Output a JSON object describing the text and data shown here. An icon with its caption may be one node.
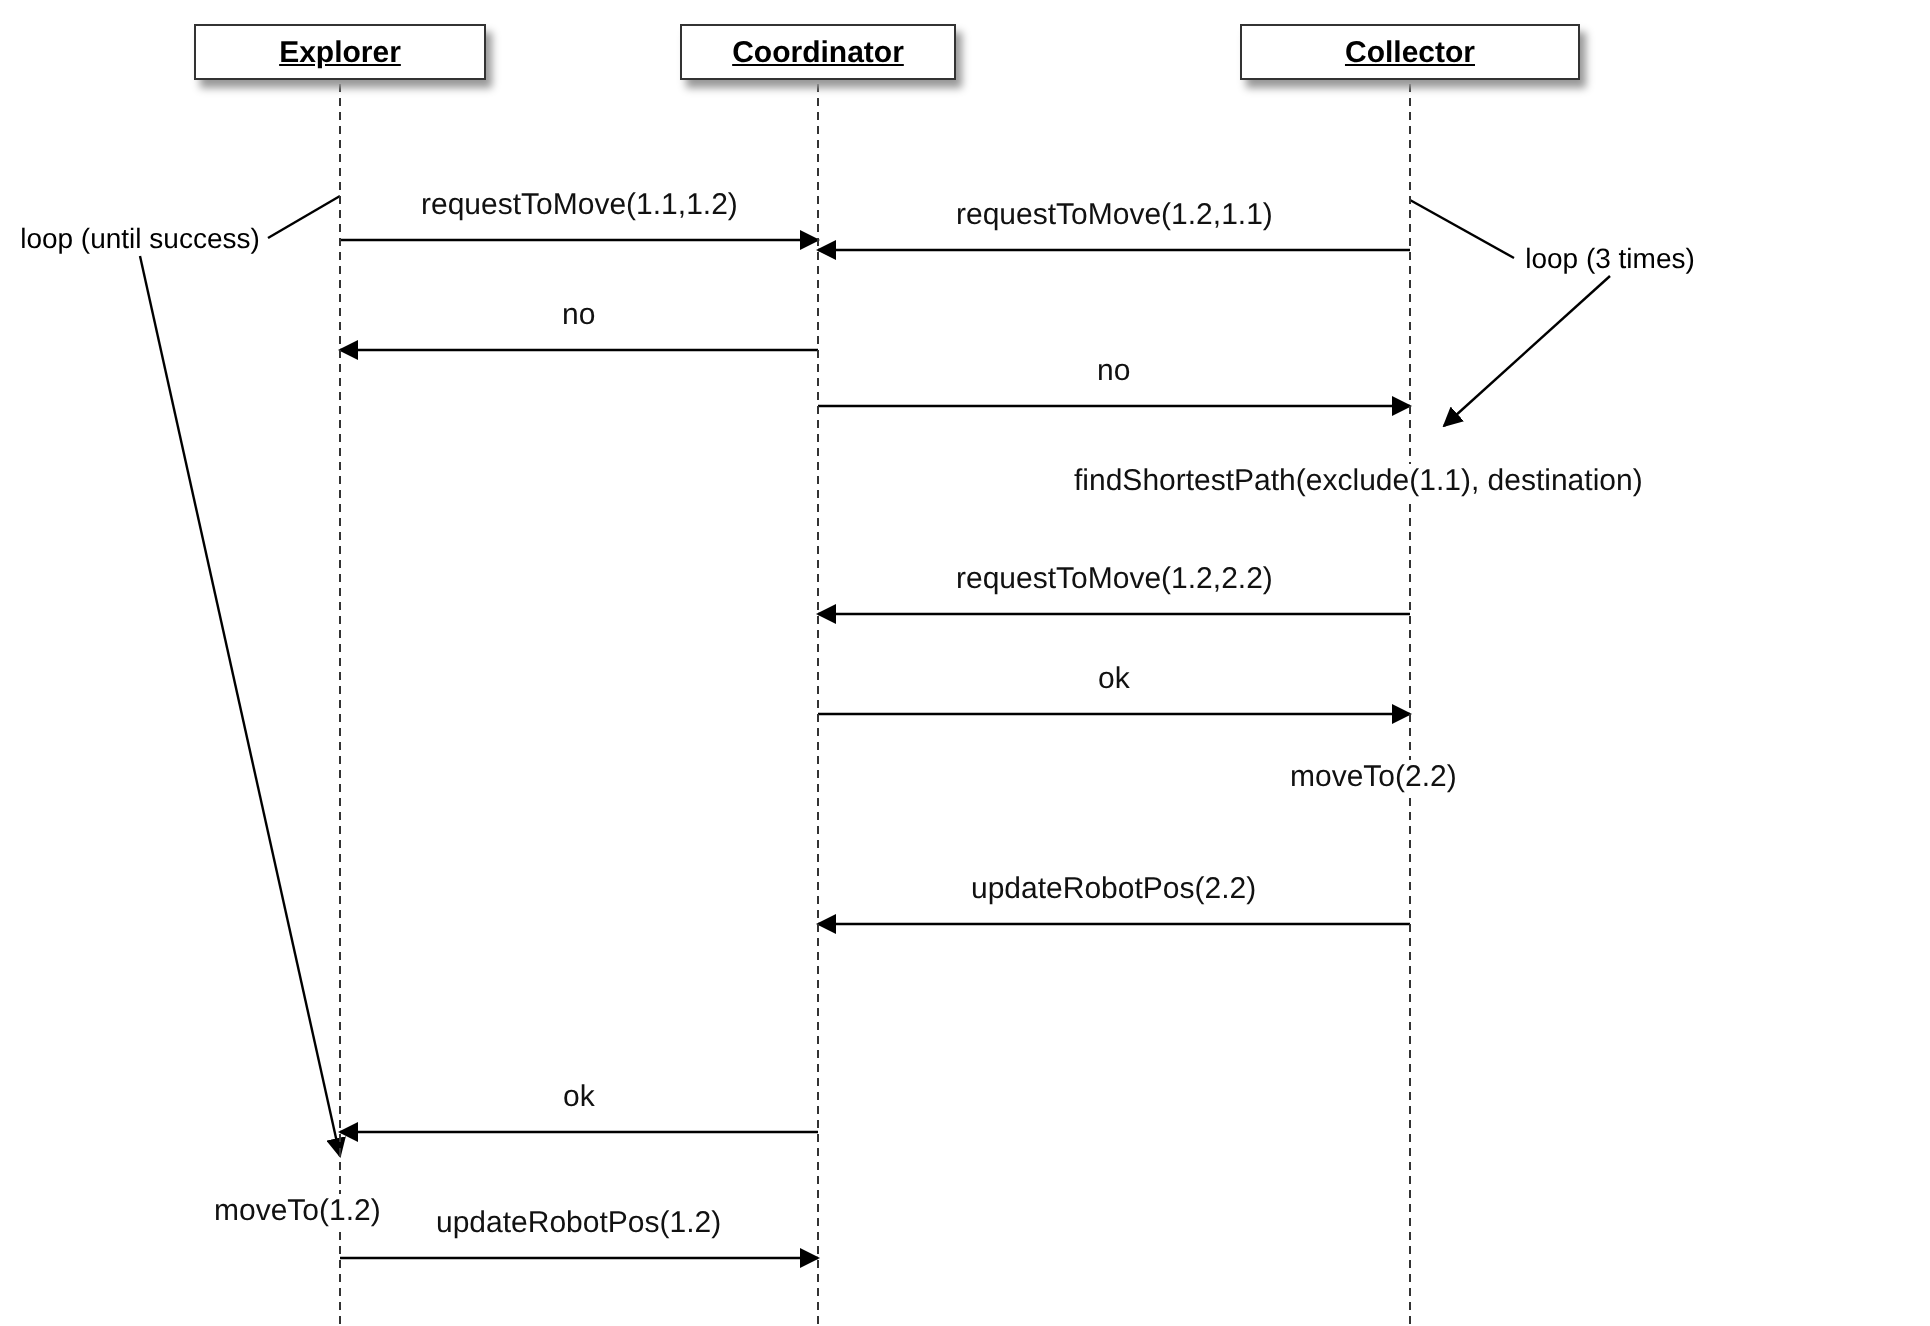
{
  "diagram": {
    "nodes": [
      {
        "text": [
          "Explorer"
        ]
      },
      {
        "text": [
          "Coordinator"
        ]
      },
      {
        "text": [
          "Collector"
        ]
      },
      {
        "text": [
          "loop (until success)"
        ]
      },
      {
        "text": [
          "loop (3 times)"
        ]
      }
    ],
    "edges": [
      {
        "from": 0,
        "to": 1,
        "arrow": "to",
        "label": "requestToMove(1.1,1.2)"
      },
      {
        "from": 2,
        "to": 1,
        "arrow": "to",
        "label": "requestToMove(1.2,1.1)"
      },
      {
        "from": 1,
        "to": 0,
        "arrow": "to",
        "label": "no"
      },
      {
        "from": 1,
        "to": 2,
        "arrow": "to",
        "label": "no"
      },
      {
        "from": 2,
        "to": 1,
        "arrow": "to",
        "label": "requestToMove(1.2,2.2)"
      },
      {
        "from": 1,
        "to": 2,
        "arrow": "to",
        "label": "ok"
      },
      {
        "from": 2,
        "to": 1,
        "arrow": "to",
        "label": "updateRobotPos(2.2)"
      },
      {
        "from": 1,
        "to": 0,
        "arrow": "to",
        "label": "ok"
      },
      {
        "from": 0,
        "to": 1,
        "arrow": "to",
        "label": "updateRobotPos(1.2)"
      },
      {
        "from": 3,
        "to": 0,
        "arrow": "to"
      },
      {
        "from": 4,
        "to": 2,
        "arrow": "to"
      }
    ],
    "labels": [
      "findShortestPath(exclude(1.1), destination)",
      "moveTo(2.2)",
      "moveTo(1.2)"
    ]
  }
}
